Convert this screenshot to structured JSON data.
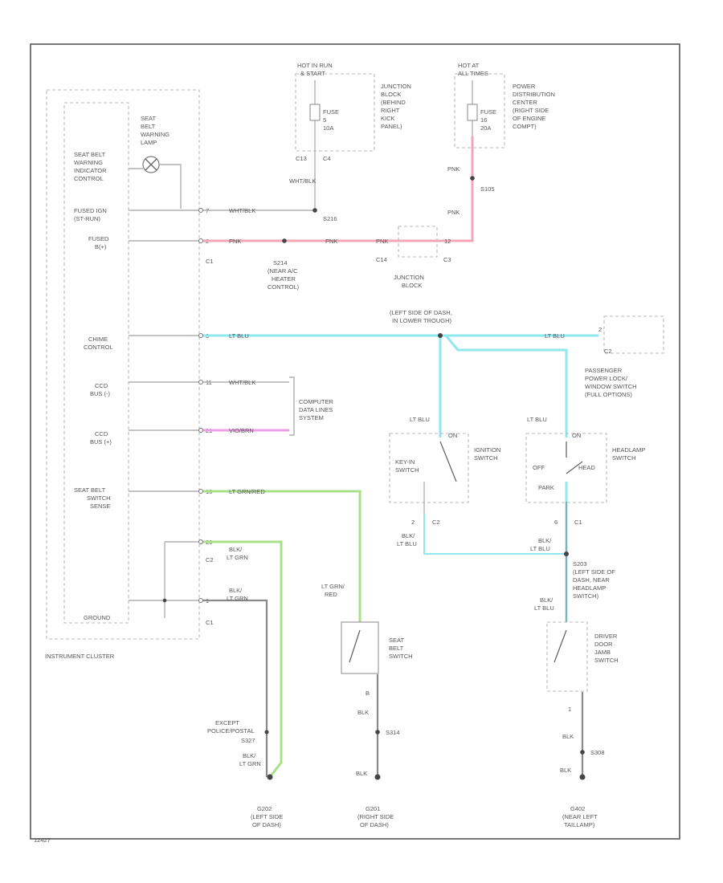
{
  "fig_id": "12427",
  "cluster": {
    "name": "INSTRUMENT CLUSTER",
    "lamp": [
      "SEAT",
      "BELT",
      "WARNING",
      "LAMP"
    ],
    "labels": {
      "ind_ctrl": [
        "SEAT BELT",
        "WARNING",
        "INDICATOR",
        "CONTROL"
      ],
      "fused_ign": [
        "FUSED IGN",
        "(ST-RUN)"
      ],
      "fused_b": [
        "FUSED",
        "B(+)"
      ],
      "chime": [
        "CHIME",
        "CONTROL"
      ],
      "ccd_minus": [
        "CCD",
        "BUS (-)"
      ],
      "ccd_plus": [
        "CCD",
        "BUS (+)"
      ],
      "sb_sense": [
        "SEAT BELT",
        "SWITCH",
        "SENSE"
      ],
      "ground": "GROUND"
    },
    "pins": [
      "7",
      "2",
      "8",
      "11",
      "21",
      "13",
      "20",
      "1"
    ],
    "connectors": {
      "c1": "C1",
      "c2": "C2",
      "c1_bottom": "C1"
    }
  },
  "wires": {
    "wht_blk": "WHT/BLK",
    "pnk": "PNK",
    "lt_blu": "LT BLU",
    "vio_brn": "VIO/BRN",
    "wht_blk_ccd": "WHT/BLK",
    "lt_grn_red": "LT GRN/RED",
    "blk_lt_grn": [
      "BLK/",
      "LT GRN"
    ],
    "lt_grn_red_v": [
      "LT GRN/",
      "RED"
    ],
    "blk_lt_blu": [
      "BLK/",
      "LT BLU"
    ],
    "blk": "BLK",
    "blk_ltgrn_bot": [
      "BLK/",
      "LT GRN"
    ]
  },
  "fuse5": {
    "hot": [
      "HOT IN RUN",
      "& START"
    ],
    "fuse": [
      "FUSE",
      "5",
      "10A"
    ],
    "block": [
      "JUNCTION",
      "BLOCK",
      "(BEHIND",
      "RIGHT",
      "KICK",
      "PANEL)"
    ],
    "pins": [
      "C13",
      "C4"
    ]
  },
  "fuse16": {
    "hot": [
      "HOT AT",
      "ALL TIMES"
    ],
    "fuse": [
      "FUSE",
      "16",
      "20A"
    ],
    "block": [
      "POWER",
      "DISTRIBUTION",
      "CENTER",
      "(RIGHT SIDE",
      "OF ENGINE",
      "COMPT)"
    ]
  },
  "splices": {
    "s216": "S216",
    "s105": "S105",
    "s214": [
      "S214",
      "(NEAR A/C",
      "HEATER",
      "CONTROL)"
    ],
    "s203": [
      "S203",
      "(LEFT SIDE OF",
      "DASH, NEAR",
      "HEADLAMP",
      "SWITCH)"
    ],
    "s327": "S327",
    "s314": "S314",
    "s308": "S308"
  },
  "junction_block": {
    "name": [
      "JUNCTION",
      "BLOCK"
    ],
    "pins": [
      "C14",
      "C3",
      "12"
    ]
  },
  "dash_note": [
    "(LEFT SIDE OF DASH,",
    "IN LOWER TROUGH)"
  ],
  "computer": [
    "COMPUTER",
    "DATA LINES",
    "SYSTEM"
  ],
  "passenger_switch": {
    "name": [
      "PASSENGER",
      "POWER LOCK/",
      "WINDOW SWITCH",
      "(FULL OPTIONS)"
    ],
    "conn": "C2",
    "pin": "2"
  },
  "ignition_switch": {
    "name": [
      "IGNITION",
      "SWITCH"
    ],
    "keyin": [
      "KEY-IN",
      "SWITCH"
    ],
    "on": "ON",
    "pin": "2",
    "conn": "C2"
  },
  "headlamp_switch": {
    "name": [
      "HEADLAMP",
      "SWITCH"
    ],
    "on": "ON",
    "off": "OFF",
    "head": "HEAD",
    "park": "PARK",
    "pin": "6",
    "conn": "C1"
  },
  "seat_belt_switch": {
    "name": [
      "SEAT",
      "BELT",
      "SWITCH"
    ],
    "pin": "B"
  },
  "door_switch": {
    "name": [
      "DRIVER",
      "DOOR",
      "JAMB",
      "SWITCH"
    ],
    "pin": "1"
  },
  "except_note": [
    "EXCEPT",
    "POLICE/POSTAL"
  ],
  "grounds": {
    "g202": [
      "G202",
      "(LEFT SIDE",
      "OF DASH)"
    ],
    "g201": [
      "G201",
      "(RIGHT SIDE",
      "OF DASH)"
    ],
    "g402": [
      "G402",
      "(NEAR LEFT",
      "TAILLAMP)"
    ]
  }
}
